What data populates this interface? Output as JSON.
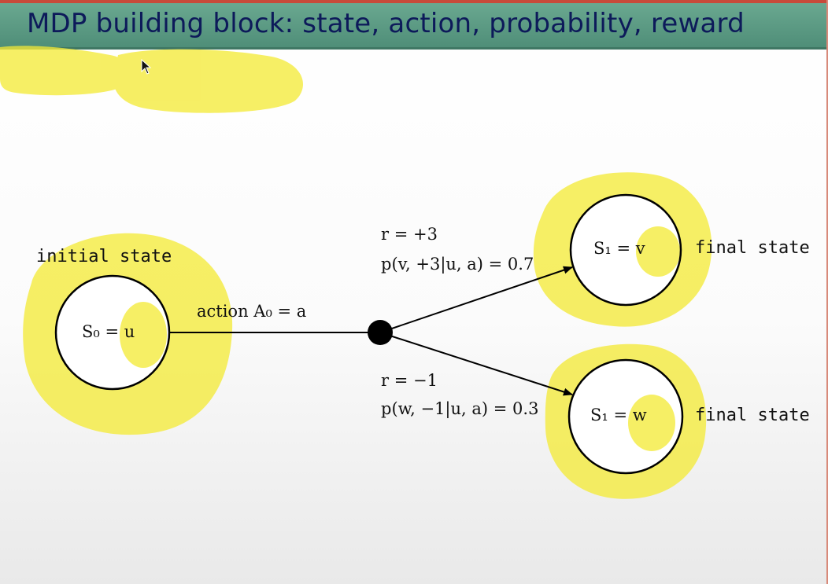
{
  "slide": {
    "title": "MDP building block: state, action, probability, reward"
  },
  "colors": {
    "title_bar": "#5a9a82",
    "title_text": "#0d1a5a",
    "highlight": "#f4ea3a"
  },
  "diagram": {
    "initial_state_label": "initial state",
    "s0_text": "S₀ = u",
    "action_text": "action A₀ = a",
    "top_reward": "r = +3",
    "top_prob": "p(v, +3|u, a) = 0.7",
    "bottom_reward": "r = −1",
    "bottom_prob": "p(w, −1|u, a) = 0.3",
    "s1_v_text": "S₁ = v",
    "s1_w_text": "S₁ = w",
    "final_state_top": "final state",
    "final_state_bottom": "final state"
  }
}
